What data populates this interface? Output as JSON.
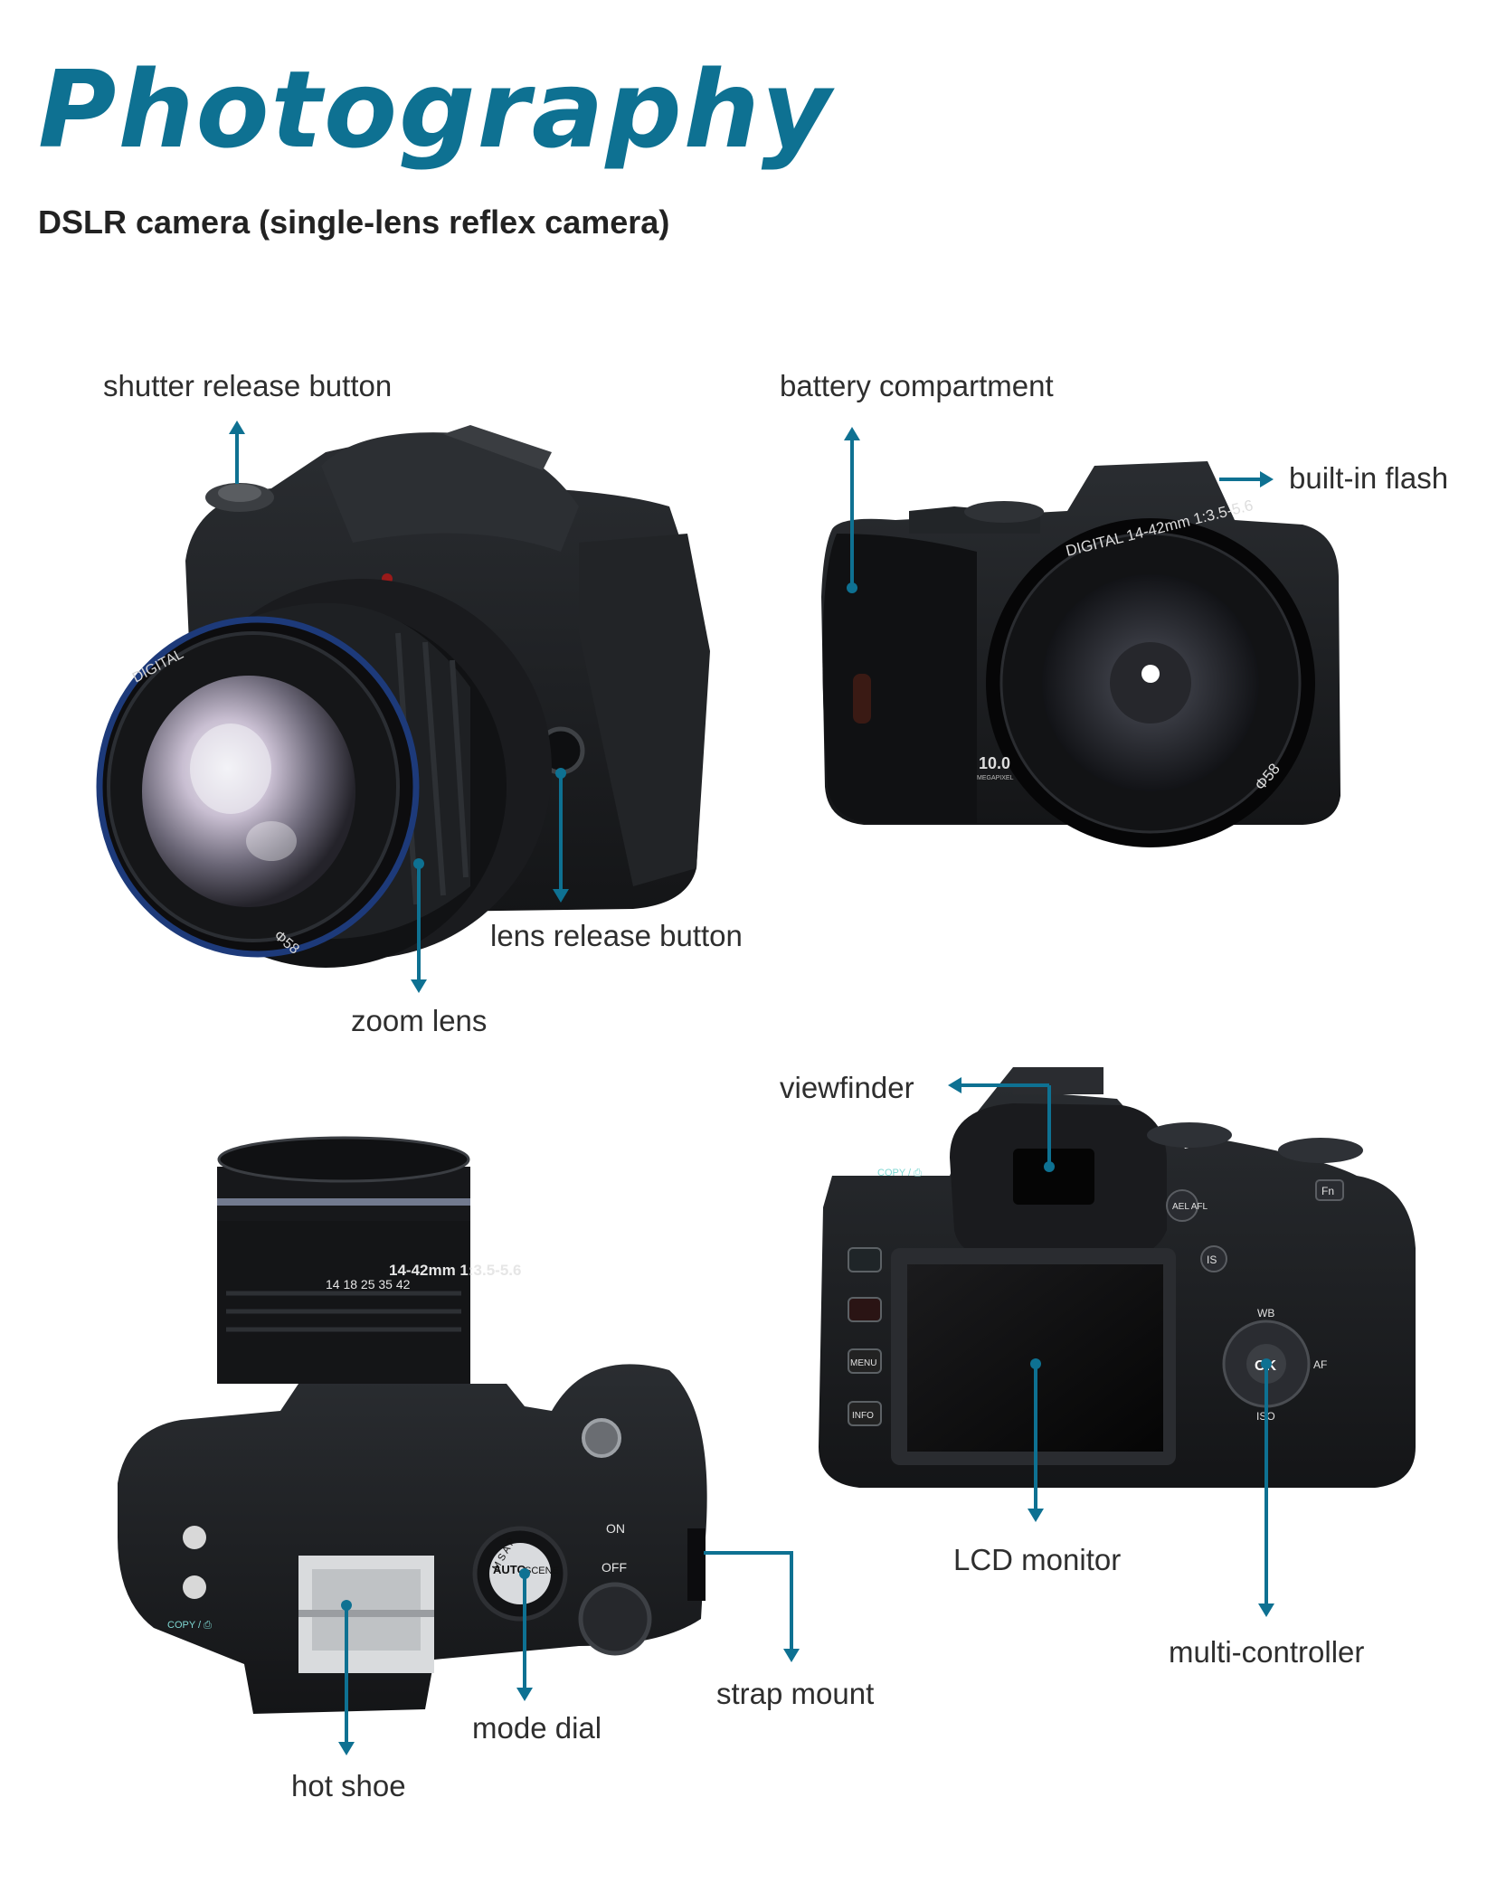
{
  "header": {
    "title": "Photography",
    "subtitle": "DSLR camera (single-lens reflex camera)"
  },
  "labels": {
    "shutter_release_button": "shutter release button",
    "battery_compartment": "battery compartment",
    "built_in_flash": "built-in flash",
    "lens_release_button": "lens release button",
    "zoom_lens": "zoom lens",
    "viewfinder": "viewfinder",
    "lcd_monitor": "LCD monitor",
    "multi_controller": "multi-controller",
    "strap_mount": "strap mount",
    "mode_dial": "mode dial",
    "hot_shoe": "hot shoe"
  },
  "camera_markings": {
    "lens_digital": "DIGITAL",
    "lens_front_spec": "DIGITAL  14-42mm 1:3.5-5.6",
    "filter_size": "Φ58",
    "megapixel_value": "10.0",
    "megapixel_unit": "MEGAPIXEL",
    "top_zoom_spec": "14-42mm 1:3.5-5.6",
    "focal_marks": "14  18   25    35  42",
    "mode_auto": "AUTO",
    "mode_scene": "SCENE",
    "mode_letters": "M  S  A  P",
    "power_on": "ON",
    "power_off": "OFF",
    "copy": "COPY / ⎙",
    "menu_button": "MENU",
    "info_button": "INFO",
    "ok_button": "OK",
    "wb": "WB",
    "af": "AF",
    "iso": "ISO",
    "ael_afl": "AEL AFL",
    "is_button": "IS",
    "fn_button": "Fn"
  },
  "colors": {
    "accent": "#0e7192",
    "text": "#2e2e2e",
    "camera_body": "#1b1d20"
  }
}
